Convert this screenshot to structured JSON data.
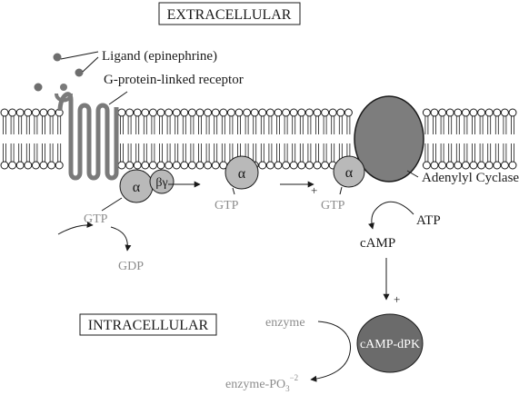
{
  "labels": {
    "extracellular": "EXTRACELLULAR",
    "intracellular": "INTRACELLULAR",
    "ligand": "Ligand (epinephrine)",
    "receptor": "G-protein-linked receptor",
    "adenylyl_cyclase": "Adenylyl Cyclase",
    "alpha": "α",
    "beta_gamma": "βγ",
    "gtp": "GTP",
    "gdp": "GDP",
    "atp": "ATP",
    "camp": "cAMP",
    "camp_dpk": "cAMP-dPK",
    "enzyme": "enzyme",
    "enzyme_phosphate": "enzyme-PO",
    "phosphate_subscript": "3",
    "phosphate_charge": "−2",
    "plus": "+"
  },
  "colors": {
    "text": "#1a1a1a",
    "gray_text": "#8c8c8c",
    "subunit_fill": "#b9b9b9",
    "cyclase_fill": "#7d7d7d",
    "kinase_fill": "#6b6b6b",
    "ligand_dot": "#6e6e6e",
    "receptor_stroke": "#7a7a7a"
  }
}
